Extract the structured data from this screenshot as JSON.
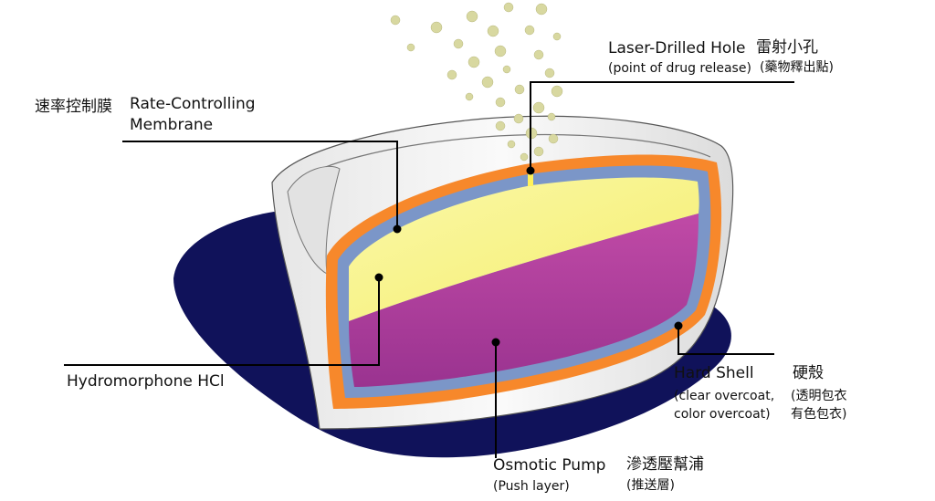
{
  "labels": {
    "membrane": {
      "zh": "速率控制膜",
      "en_line1": "Rate-Controlling",
      "en_line2": "Membrane"
    },
    "hole": {
      "en": "Laser-Drilled Hole",
      "zh": "雷射小孔",
      "sub_en": "(point of drug release)",
      "sub_zh": "(藥物釋出點)"
    },
    "drug": {
      "en": "Hydromorphone HCl"
    },
    "shell": {
      "en": "Hard Shell",
      "zh": "硬殼",
      "sub1_en": "(clear overcoat,",
      "sub2_en": "color overcoat)",
      "sub1_zh": "(透明包衣",
      "sub2_zh": "有色包衣)"
    },
    "pump": {
      "en": "Osmotic Pump",
      "zh": "滲透壓幫浦",
      "sub_en": "(Push layer)",
      "sub_zh": "(推送層)"
    }
  },
  "colors": {
    "shadow": "#10125a",
    "shell": "#f1f1f1",
    "shell_edge": "#555555",
    "overcoat": "#f7882b",
    "membrane": "#7b96c8",
    "drug_layer": "#f7f28a",
    "push_layer": "#b03f9f",
    "particles": "#d8d8a0",
    "leader_line": "#000000"
  }
}
